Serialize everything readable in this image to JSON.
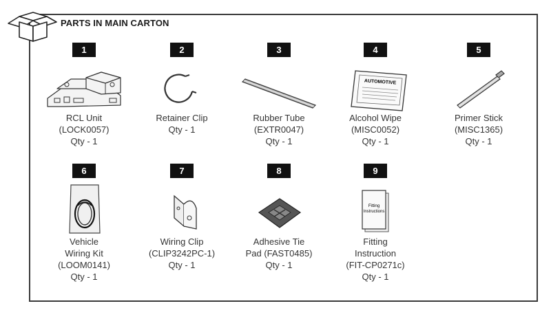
{
  "header": {
    "title": "PARTS IN MAIN CARTON"
  },
  "items": [
    {
      "number": "1",
      "name": "RCL Unit",
      "code": "(LOCK0057)",
      "qty": "Qty - 1"
    },
    {
      "number": "2",
      "name": "Retainer Clip",
      "qty": "Qty - 1"
    },
    {
      "number": "3",
      "name": "Rubber Tube",
      "code": "(EXTR0047)",
      "qty": "Qty - 1"
    },
    {
      "number": "4",
      "name": "Alcohol Wipe",
      "code": "(MISC0052)",
      "qty": "Qty - 1",
      "label": "AUTOMOTIVE"
    },
    {
      "number": "5",
      "name": "Primer Stick",
      "code": "(MISC1365)",
      "qty": "Qty - 1"
    },
    {
      "number": "6",
      "line1": "Vehicle",
      "line2": "Wiring Kit",
      "code": "(LOOM0141)",
      "qty": "Qty - 1"
    },
    {
      "number": "7",
      "name": "Wiring Clip",
      "code": "(CLIP3242PC-1)",
      "qty": "Qty - 1"
    },
    {
      "number": "8",
      "line1": "Adhesive Tie",
      "line2": "Pad (FAST0485)",
      "qty": "Qty - 1"
    },
    {
      "number": "9",
      "line1": "Fitting",
      "line2": "Instruction",
      "code": "(FIT-CP0271c)",
      "qty": "Qty - 1",
      "booklet_line1": "Fitting",
      "booklet_line2": "Instructions"
    }
  ]
}
